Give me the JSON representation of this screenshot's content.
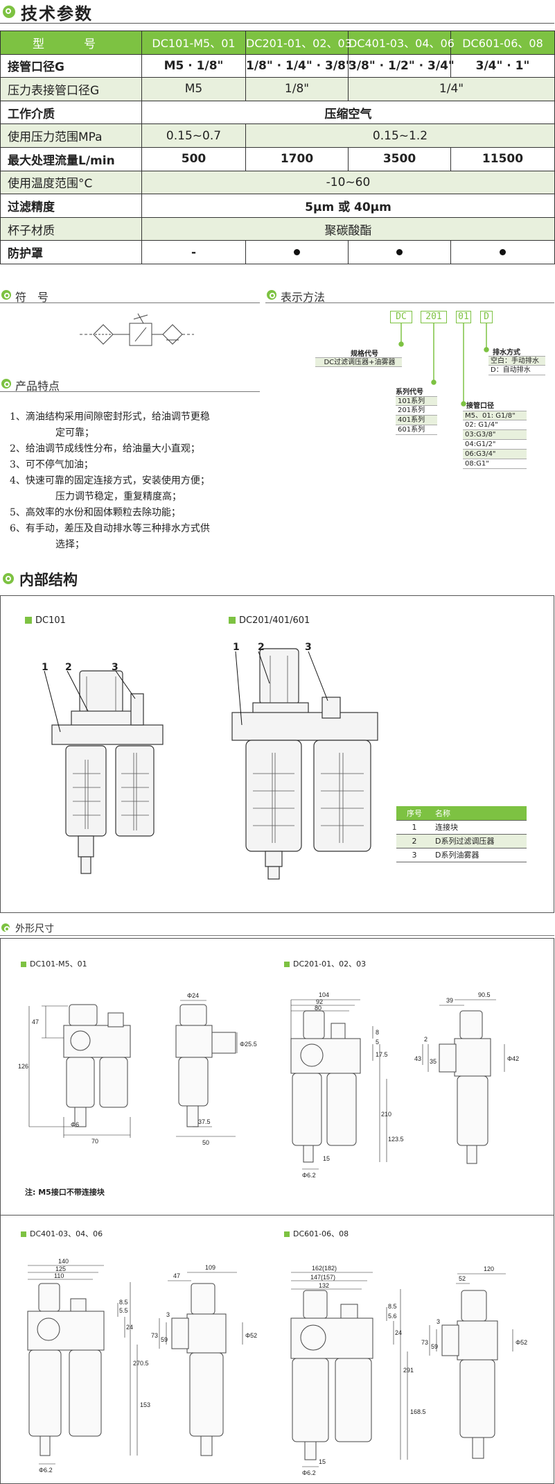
{
  "title": "技术参数",
  "spec_table": {
    "header": {
      "label": "型　号",
      "models": [
        "DC101-M5、01",
        "DC201-01、02、03",
        "DC401-03、04、06",
        "DC601-06、08"
      ]
    },
    "rows": [
      {
        "label": "接管口径G",
        "cells": [
          "M5 · 1/8\"",
          "1/8\" · 1/4\" · 3/8\"",
          "3/8\" · 1/2\" · 3/4\"",
          "3/4\" · 1\""
        ]
      },
      {
        "label": "压力表接管口径G",
        "cells": [
          "M5",
          "1/8\"",
          "1/4\""
        ]
      },
      {
        "label": "工作介质",
        "cells": [
          "压缩空气"
        ]
      },
      {
        "label": "使用压力范围MPa",
        "cells": [
          "0.15~0.7",
          "0.15~1.2"
        ]
      },
      {
        "label": "最大处理流量L/min",
        "cells": [
          "500",
          "1700",
          "3500",
          "11500"
        ]
      },
      {
        "label": "使用温度范围°C",
        "cells": [
          "-10~60"
        ]
      },
      {
        "label": "过滤精度",
        "cells": [
          "5μm 或 40μm"
        ]
      },
      {
        "label": "杯子材质",
        "cells": [
          "聚碳酸酯"
        ]
      },
      {
        "label": "防护罩",
        "cells": [
          "-"
        ]
      }
    ]
  },
  "symbol": {
    "title": "符　号"
  },
  "designation": {
    "title": "表示方法",
    "codes": [
      "DC",
      "201",
      "01",
      "D"
    ],
    "spec_code": {
      "label": "规格代号",
      "value": "DC过滤调压器+油雾器"
    },
    "series": {
      "label": "系列代号",
      "items": [
        "101系列",
        "201系列",
        "401系列",
        "601系列"
      ]
    },
    "port": {
      "label": "接管口径",
      "items": [
        "M5、01: G1/8\"",
        "02: G1/4\"",
        "03:G3/8\"",
        "04:G1/2\"",
        "06:G3/4\"",
        "08:G1\""
      ]
    },
    "drain": {
      "label": "排水方式",
      "items": [
        "空白：手动排水",
        "D：自动排水"
      ]
    }
  },
  "features": {
    "title": "产品特点",
    "items": [
      "1、滴油结构采用间隙密封形式，给油调节更稳",
      "定可靠；",
      "2、给油调节成线性分布，给油量大小直观；",
      "3、可不停气加油；",
      "4、快速可靠的固定连接方式，安装使用方便；",
      "压力调节稳定，重复精度高；",
      "5、高效率的水份和固体颗粒去除功能；",
      "6、有手动，差压及自动排水等三种排水方式供",
      "选择；"
    ]
  },
  "structure": {
    "title": "内部结构",
    "fig_a": "DC101",
    "fig_b": "DC201/401/601",
    "callouts": [
      "1",
      "2",
      "3"
    ],
    "parts_table": {
      "headers": [
        "序号",
        "名称"
      ],
      "rows": [
        [
          "1",
          "连接块"
        ],
        [
          "2",
          "D系列过滤调压器"
        ],
        [
          "3",
          "D系列油雾器"
        ]
      ]
    }
  },
  "dimensions": {
    "title": "外形尺寸",
    "panels": [
      "DC101-M5、01",
      "DC201-01、02、03",
      "DC401-03、04、06",
      "DC601-06、08"
    ],
    "note": "注: M5接口不带连接块",
    "dc101": {
      "d1": "47",
      "d2": "126",
      "d3": "Φ6",
      "d4": "70",
      "d5": "Φ24",
      "d6": "Φ25.5",
      "d7": "37.5",
      "d8": "50"
    },
    "dc201": {
      "d1": "104",
      "d2": "92",
      "d3": "80",
      "d4": "8",
      "d5": "5",
      "d6": "17.5",
      "d7": "210",
      "d8": "123.5",
      "d9": "Φ6.2",
      "d10": "15",
      "d11": "39",
      "d12": "90.5",
      "d13": "2",
      "d14": "43",
      "d15": "35",
      "d16": "Φ42"
    },
    "dc401": {
      "d1": "140",
      "d2": "125",
      "d3": "110",
      "d4": "8.5",
      "d5": "5.5",
      "d6": "24",
      "d7": "270.5",
      "d8": "153",
      "d9": "Φ6.2",
      "d10": "109",
      "d11": "47",
      "d12": "3",
      "d13": "73",
      "d14": "59",
      "d15": "Φ52"
    },
    "dc601": {
      "d1": "162(182)",
      "d2": "147(157)",
      "d3": "132",
      "d4": "8.5",
      "d5": "5.6",
      "d6": "24",
      "d7": "291",
      "d8": "168.5",
      "d9": "Φ6.2",
      "d10": "15",
      "d11": "120",
      "d12": "52",
      "d13": "3",
      "d14": "73",
      "d15": "59",
      "d16": "Φ52"
    }
  }
}
